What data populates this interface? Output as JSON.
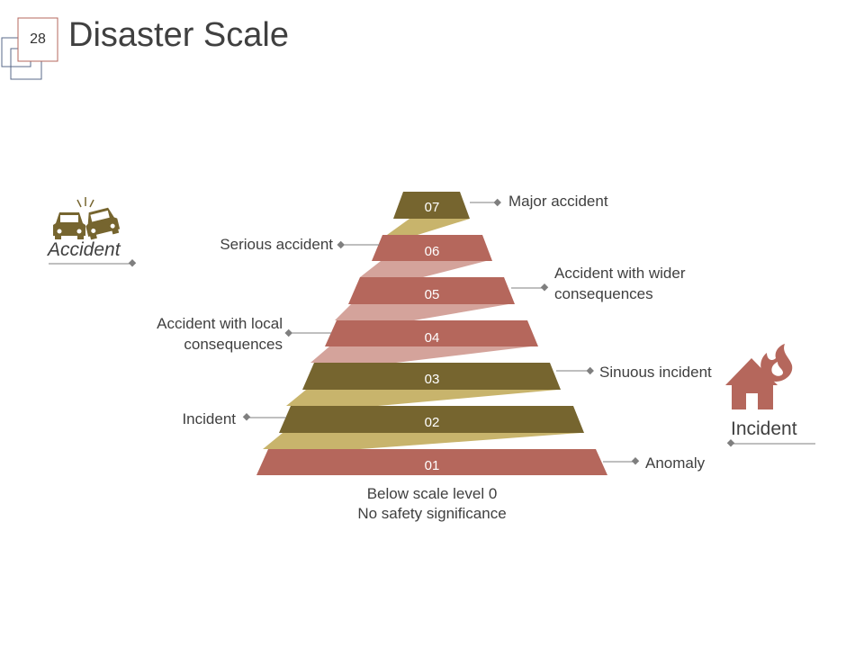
{
  "slide": {
    "number": "28",
    "title": "Disaster Scale"
  },
  "pyramid": {
    "levels": [
      {
        "id": "07",
        "label": "Major accident",
        "color": "#76652f"
      },
      {
        "id": "06",
        "label": "Serious accident",
        "color": "#b5675c"
      },
      {
        "id": "05",
        "label": "Accident with wider consequences",
        "color": "#b5675c"
      },
      {
        "id": "04",
        "label": "Accident with local consequences",
        "color": "#b5675c"
      },
      {
        "id": "03",
        "label": "Sinuous incident",
        "color": "#76652f"
      },
      {
        "id": "02",
        "label": "Incident",
        "color": "#76652f"
      },
      {
        "id": "01",
        "label": "Anomaly",
        "color": "#b5675c"
      }
    ],
    "footer_line1": "Below scale level 0",
    "footer_line2": "No safety significance"
  },
  "legend": {
    "left": {
      "label": "Accident",
      "icon": "car-crash-icon",
      "color": "#76652f"
    },
    "right": {
      "label": "Incident",
      "icon": "house-fire-icon",
      "color": "#b5675c"
    }
  },
  "colors": {
    "olive": "#76652f",
    "rose": "#b5675c",
    "tan": "#c8b46c",
    "pink": "#d4a39b"
  }
}
